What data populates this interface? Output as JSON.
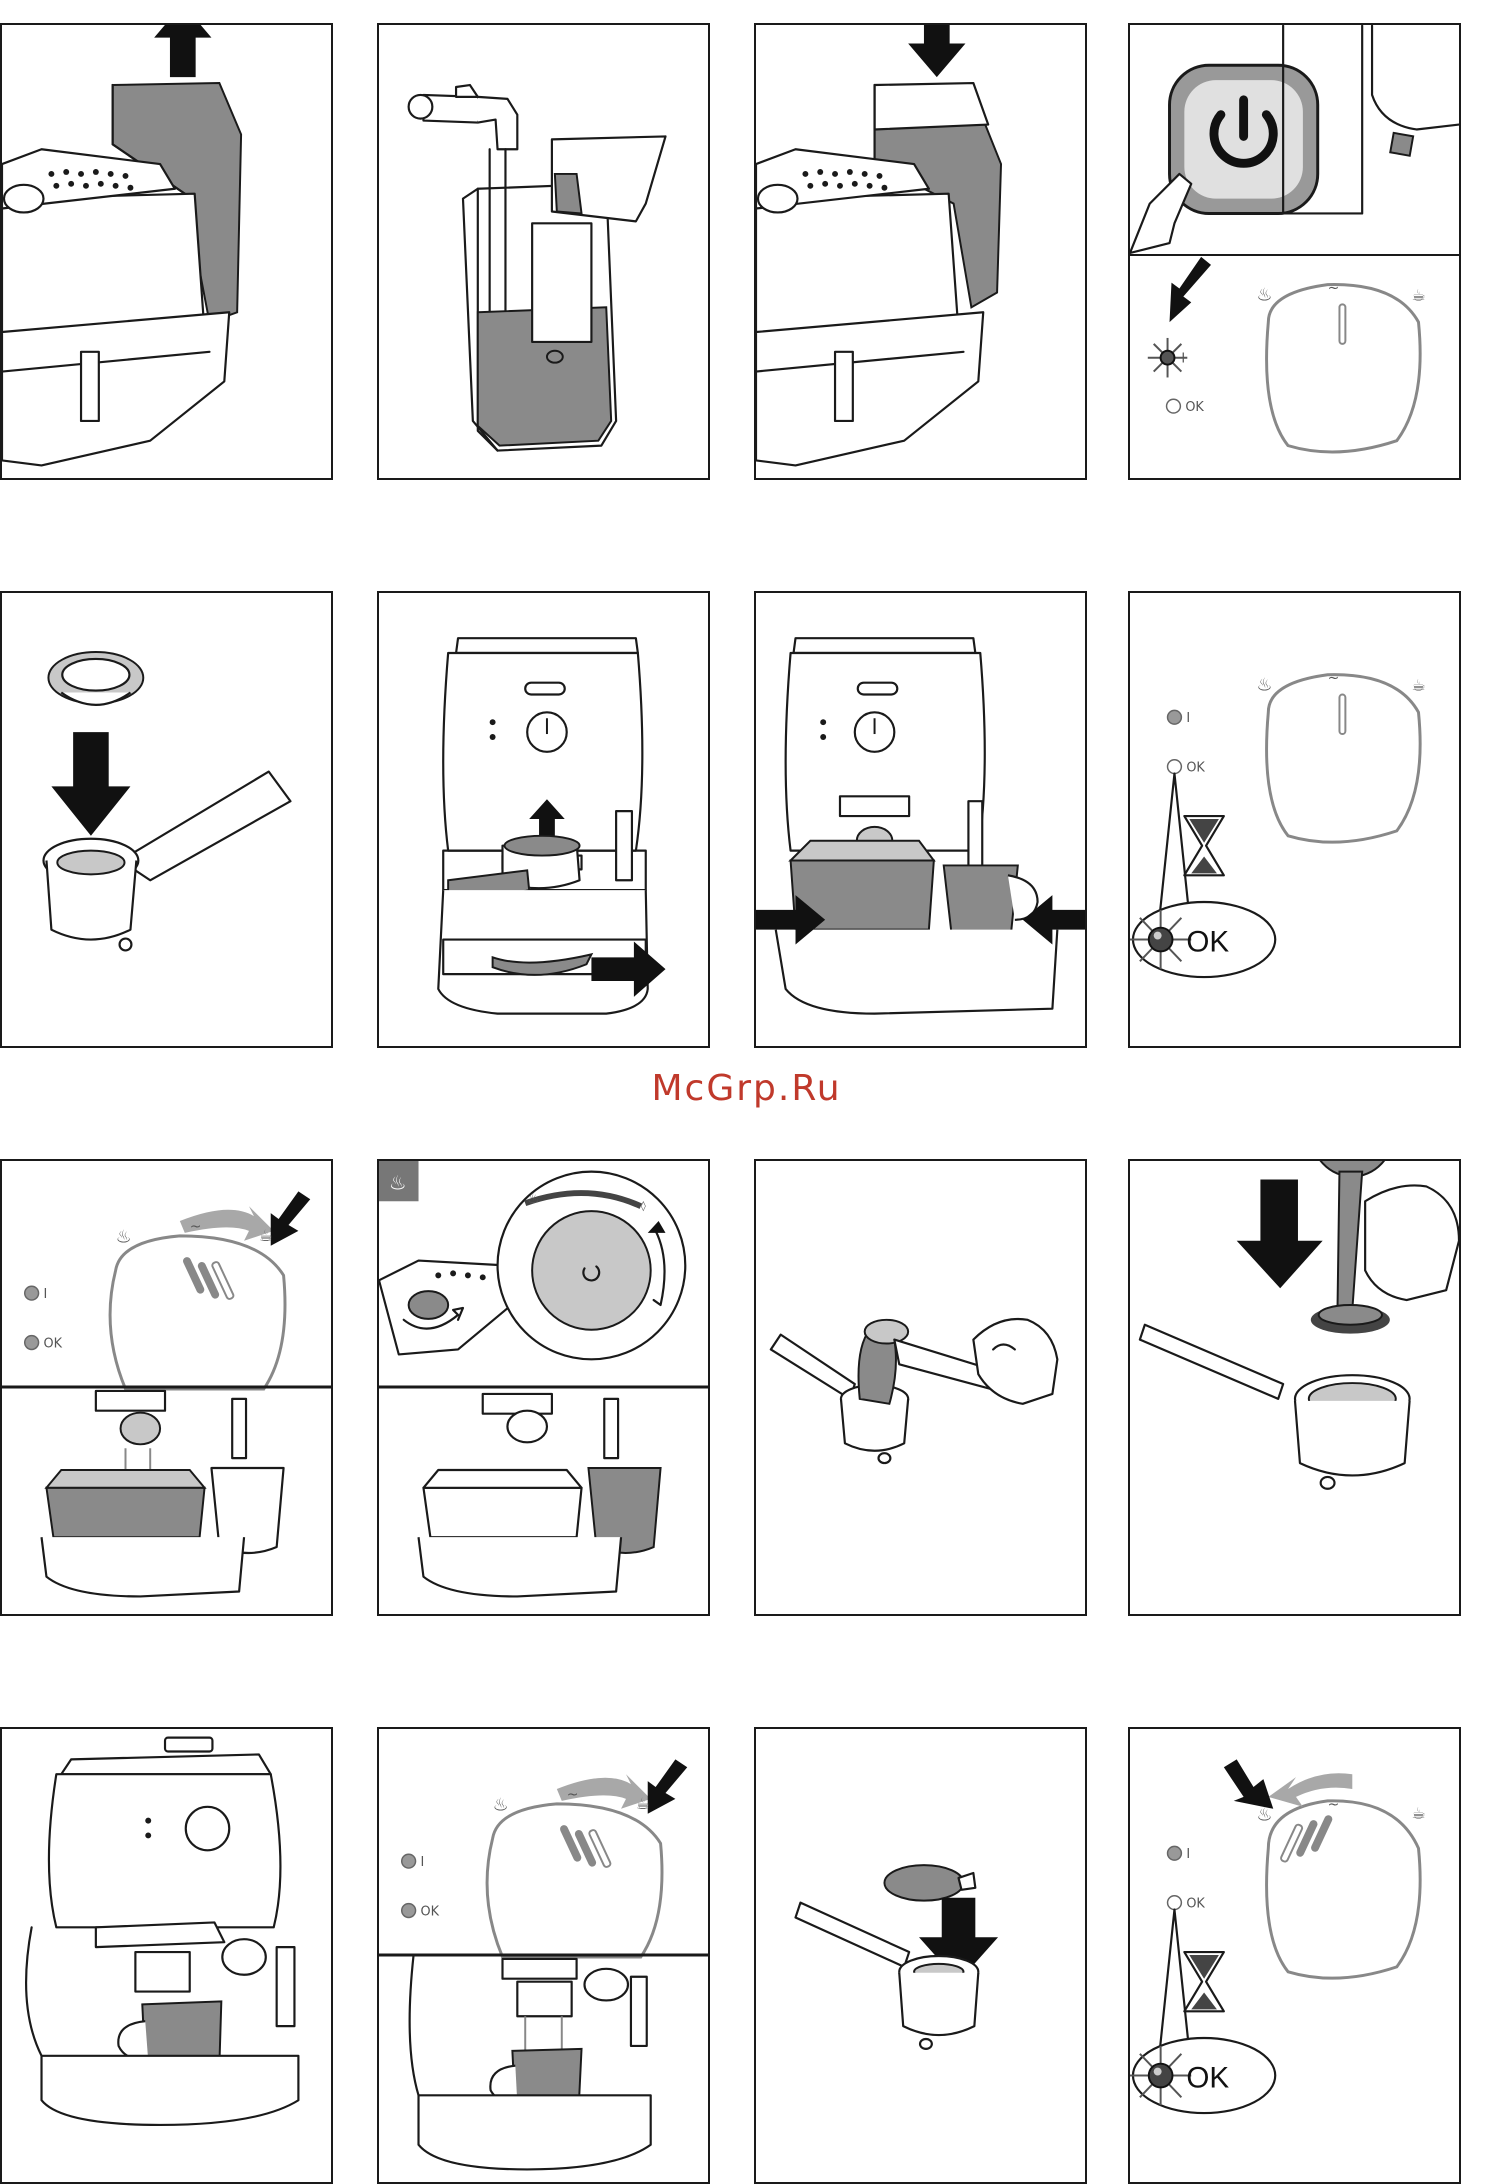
{
  "watermark": "McGrp.Ru",
  "labels": {
    "light_i": "I",
    "light_ok": "OK",
    "ok_large": "OK"
  },
  "colors": {
    "watermark": "#c0392b",
    "water": "#8a8a8a",
    "light_gray": "#c8c8c8"
  },
  "icons": [
    "steam-icon",
    "hot-water-icon",
    "cup-coffee-icon",
    "power-button-icon",
    "hourglass-icon",
    "arrow-icon"
  ]
}
